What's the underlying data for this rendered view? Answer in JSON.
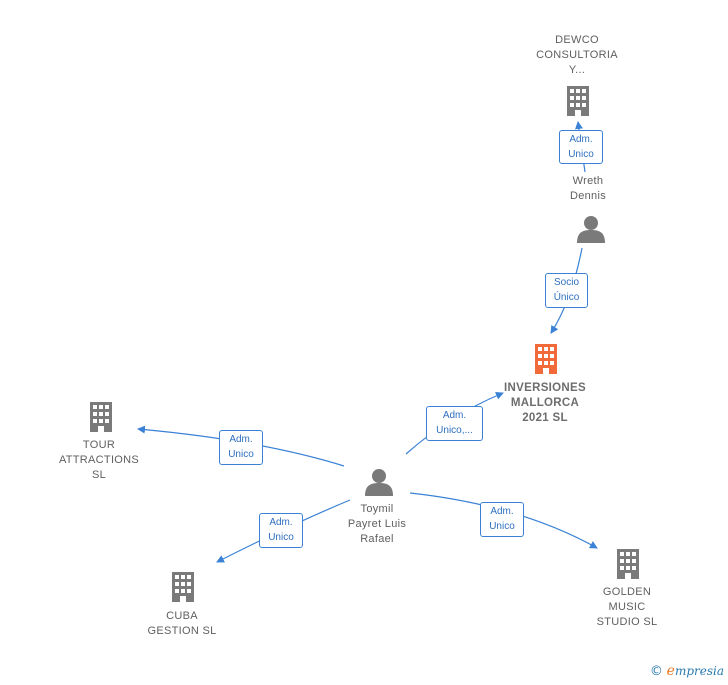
{
  "nodes": {
    "dewco": {
      "label": "DEWCO\nCONSULTORIA\nY...",
      "icon": "building-icon",
      "color": "#7a7a7a"
    },
    "wreth": {
      "label": "Wreth\nDennis",
      "icon": "person-icon",
      "color": "#7a7a7a"
    },
    "inversiones": {
      "label": "INVERSIONES\nMALLORCA\n2021  SL",
      "icon": "building-icon",
      "color": "#f26a3a"
    },
    "tour": {
      "label": "TOUR\nATTRACTIONS\nSL",
      "icon": "building-icon",
      "color": "#7a7a7a"
    },
    "toymil": {
      "label": "Toymil\nPayret Luis\nRafael",
      "icon": "person-icon",
      "color": "#7a7a7a"
    },
    "cuba": {
      "label": "CUBA\nGESTION  SL",
      "icon": "building-icon",
      "color": "#7a7a7a"
    },
    "golden": {
      "label": "GOLDEN\nMUSIC\nSTUDIO  SL",
      "icon": "building-icon",
      "color": "#7a7a7a"
    }
  },
  "edges": {
    "wreth_dewco": {
      "label": "Adm.\nUnico"
    },
    "wreth_inversiones": {
      "label": "Socio\nÚnico"
    },
    "toymil_inversiones": {
      "label": "Adm.\nUnico,..."
    },
    "toymil_tour": {
      "label": "Adm.\nUnico"
    },
    "toymil_cuba": {
      "label": "Adm.\nUnico"
    },
    "toymil_golden": {
      "label": "Adm.\nUnico"
    }
  },
  "colors": {
    "edge": "#3b82d6",
    "node_gray": "#7a7a7a",
    "highlight": "#f26a3a"
  },
  "footer": {
    "copyright": "©",
    "brand_initial": "e",
    "brand_rest": "mpresia"
  }
}
